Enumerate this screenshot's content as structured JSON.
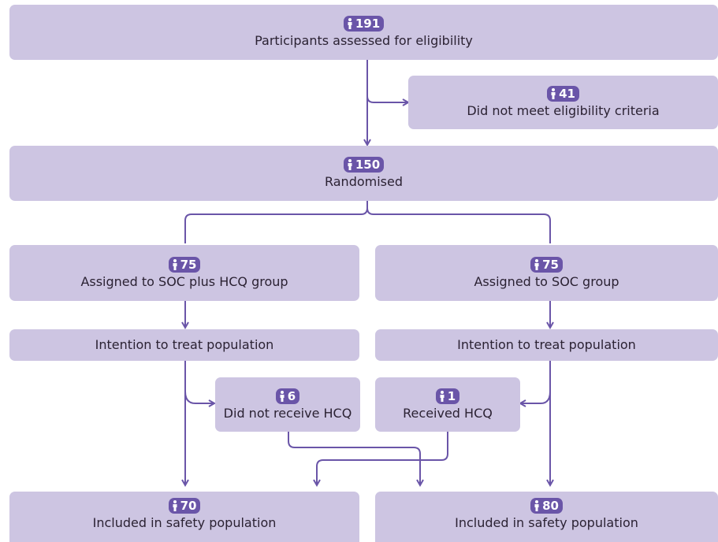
{
  "colors": {
    "box": "#cdc5e2",
    "badge": "#6a55a8",
    "arrow": "#6a55a8"
  },
  "icon": "person-icon",
  "boxes": {
    "assessed": {
      "count": "191",
      "label": "Participants assessed for eligibility"
    },
    "excluded": {
      "count": "41",
      "label": "Did not meet eligibility criteria"
    },
    "randomised": {
      "count": "150",
      "label": "Randomised"
    },
    "hcq_group": {
      "count": "75",
      "label": "Assigned to SOC plus HCQ group"
    },
    "soc_group": {
      "count": "75",
      "label": "Assigned to SOC group"
    },
    "itt_left": {
      "label": "Intention to treat population"
    },
    "itt_right": {
      "label": "Intention to treat population"
    },
    "no_hcq": {
      "count": "6",
      "label": "Did not receive HCQ"
    },
    "got_hcq": {
      "count": "1",
      "label": "Received HCQ"
    },
    "safety_left": {
      "count": "70",
      "label": "Included in safety population"
    },
    "safety_right": {
      "count": "80",
      "label": "Included in safety population"
    }
  }
}
